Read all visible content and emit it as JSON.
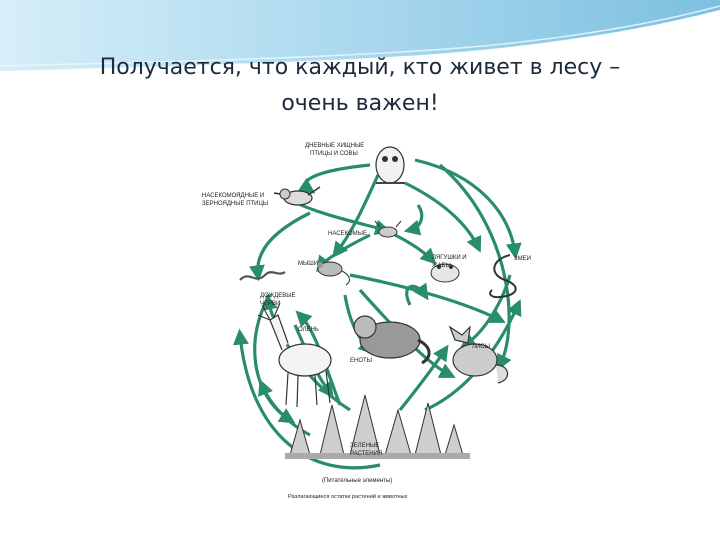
{
  "slide": {
    "title_line1": "Получается, что каждый, кто живет в лесу –",
    "title_line2": "очень важен!"
  },
  "diagram": {
    "labels": {
      "birds_prey": [
        "ДНЕВНЫЕ ХИЩНЫЕ",
        "ПТИЦЫ И СОВЫ"
      ],
      "insect_birds": [
        "НАСЕКОМОЯДНЫЕ И",
        "ЗЕРНОЯДНЫЕ ПТИЦЫ"
      ],
      "insects": "НАСЕКОМЫЕ",
      "mice": "МЫШИ",
      "frogs": [
        "ЛЯГУШКИ И",
        "ЖАБЫ"
      ],
      "snakes": "ЗМЕИ",
      "worms": [
        "ДОЖДЕВЫЕ",
        "ЧЕРВИ"
      ],
      "deer": "ОЛЕНЬ",
      "raccoons": "ЕНОТЫ",
      "foxes": "ЛИСЫ",
      "plants": [
        "ЗЕЛЕНЫЕ",
        "РАСТЕНИЯ"
      ],
      "nutrients": "(Питательные элементы)",
      "decomposition": "Разлагающиеся остатки растений и животных"
    }
  },
  "colors": {
    "arrow": "#2a8c6e",
    "header_light": "#bfe4f3",
    "header_dark": "#6bb4d8",
    "title": "#1c2b3b"
  },
  "icons": [
    "owl-icon",
    "bird-icon",
    "insect-icon",
    "mouse-icon",
    "frog-icon",
    "snake-icon",
    "worm-icon",
    "deer-icon",
    "raccoon-icon",
    "fox-icon",
    "plants-icon"
  ]
}
